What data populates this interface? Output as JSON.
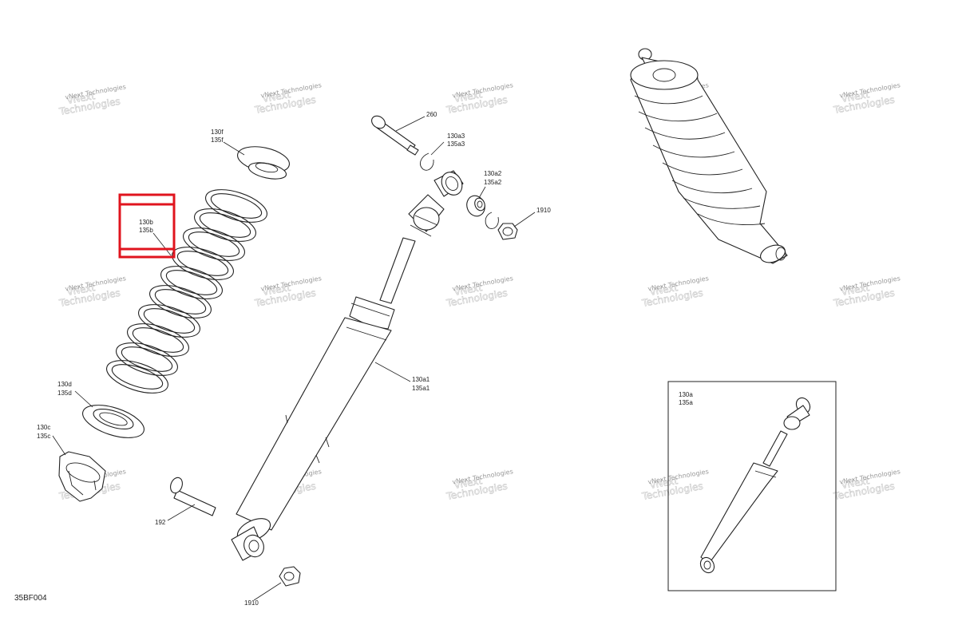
{
  "diagram_code": "35BF004",
  "watermark": {
    "line1": "vNext",
    "line2": "Technologies",
    "full": "vNext Technologies"
  },
  "highlight_color": "#e0141e",
  "callouts": {
    "c130f": "130f",
    "c135f": "135f",
    "c130b": "130b",
    "c135b": "135b",
    "c130d": "130d",
    "c135d": "135d",
    "c130c": "130c",
    "c135c": "135c",
    "c260": "260",
    "c130a3": "130a3",
    "c135a3": "135a3",
    "c130a2": "130a2",
    "c135a2": "135a2",
    "c1910a": "1910",
    "c130a1": "130a1",
    "c135a1": "135a1",
    "c192": "192",
    "c1910b": "1910",
    "c130a": "130a",
    "c135a": "135a"
  }
}
